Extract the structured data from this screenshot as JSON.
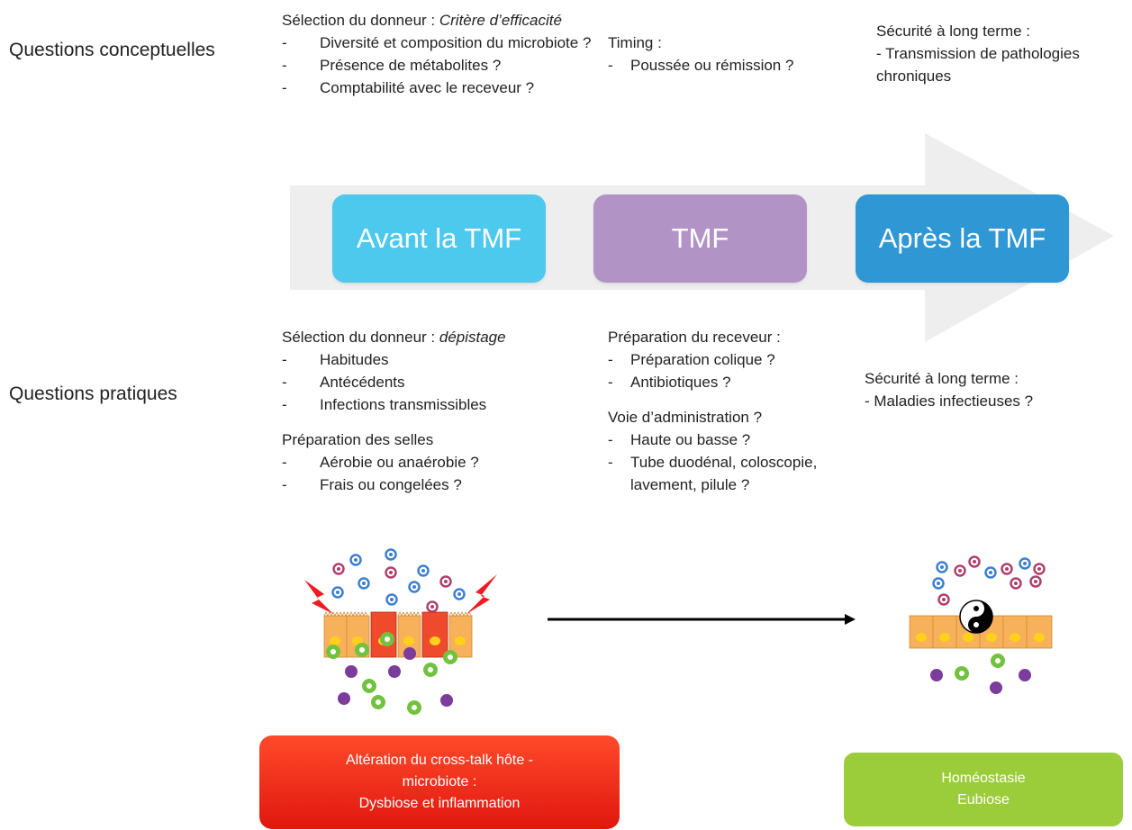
{
  "rows": {
    "conceptual": "Questions conceptuelles",
    "practical": "Questions pratiques"
  },
  "phases": {
    "before": "Avant la TMF",
    "during": "TMF",
    "after": "Après la TMF"
  },
  "conceptual": {
    "before": {
      "heading": "Sélection du donneur :",
      "heading_italic": "Critère d’efficacité",
      "items": [
        "Diversité et composition du microbiote ?",
        "Présence de métabolites ?",
        "Comptabilité avec le receveur ?"
      ]
    },
    "during": {
      "heading": "Timing :",
      "items": [
        "Poussée ou rémission ?"
      ]
    },
    "after": {
      "heading": "Sécurité à long terme :",
      "lines": [
        "- Transmission de pathologies",
        "chroniques"
      ]
    }
  },
  "practical": {
    "before": {
      "heading": "Sélection du donneur :",
      "heading_italic": "dépistage",
      "items": [
        "Habitudes",
        "Antécédents",
        "Infections transmissibles"
      ],
      "heading2": "Préparation des selles",
      "items2": [
        "Aérobie ou anaérobie ?",
        "Frais ou congelées ?"
      ]
    },
    "during": {
      "heading": "Préparation du receveur :",
      "items": [
        "Préparation colique ?",
        "Antibiotiques ?"
      ],
      "heading2": "Voie d’administration ?",
      "items2": [
        "Haute ou basse ?",
        "Tube duodénal, coloscopie, lavement, pilule ?"
      ]
    },
    "after": {
      "heading": "Sécurité à long terme :",
      "lines": [
        "- Maladies infectieuses ?"
      ]
    }
  },
  "outcomes": {
    "bad": [
      "Altération du cross-talk hôte -",
      "microbiote :",
      "Dysbiose et inflammation"
    ],
    "good": [
      "Homéostasie",
      "Eubiose"
    ]
  },
  "colors": {
    "arrow": "#eeeeee",
    "before": "#4dc9ee",
    "during": "#b293c6",
    "after": "#2f97d4",
    "bad_top": "#ff4a2a",
    "bad_bottom": "#e0170f",
    "good": "#9bcc3a",
    "cell": "#f7b15a",
    "cell_inflamed": "#ef4a2c",
    "nucleus": "#ffd11a",
    "bacteria_blue": "#3d7fd0",
    "bacteria_purple": "#b0406c",
    "immune_green": "#73c23f",
    "virus_purple": "#7b3c9c",
    "lightning": "#ee1b22"
  }
}
